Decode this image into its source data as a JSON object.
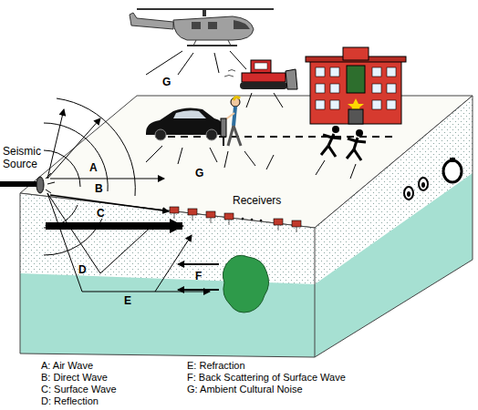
{
  "diagram": {
    "labels": [
      "Seismic Source",
      "A",
      "B",
      "C",
      "D",
      "E",
      "F",
      "G",
      "G",
      "Receivers",
      "A: Air Wave",
      "B: Direct Wave",
      "C: Surface Wave",
      "D: Reflection",
      "E: Refraction",
      "F: Back Scattering of Surface Wave",
      "G: Ambient Cultural Noise"
    ]
  }
}
